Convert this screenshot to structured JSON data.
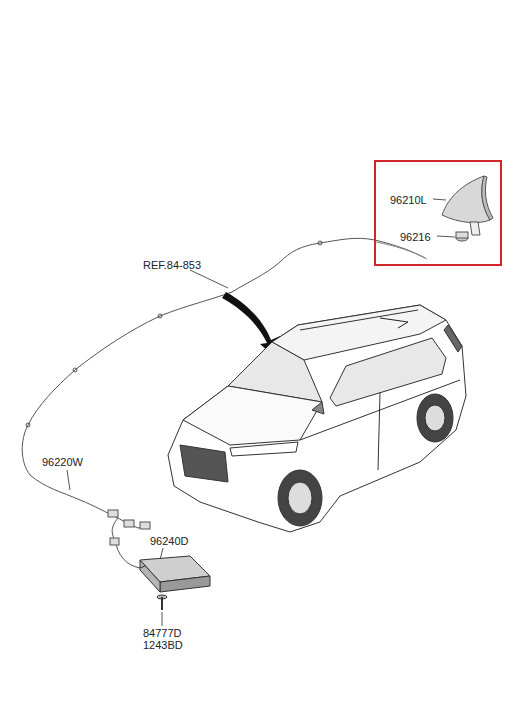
{
  "diagram": {
    "nodes": [
      {
        "text": [
          "96210L",
          "96216"
        ]
      }
    ],
    "labels": [
      "REF.84-853",
      "96220W",
      "96240D",
      "84777D",
      "1243BD"
    ]
  }
}
